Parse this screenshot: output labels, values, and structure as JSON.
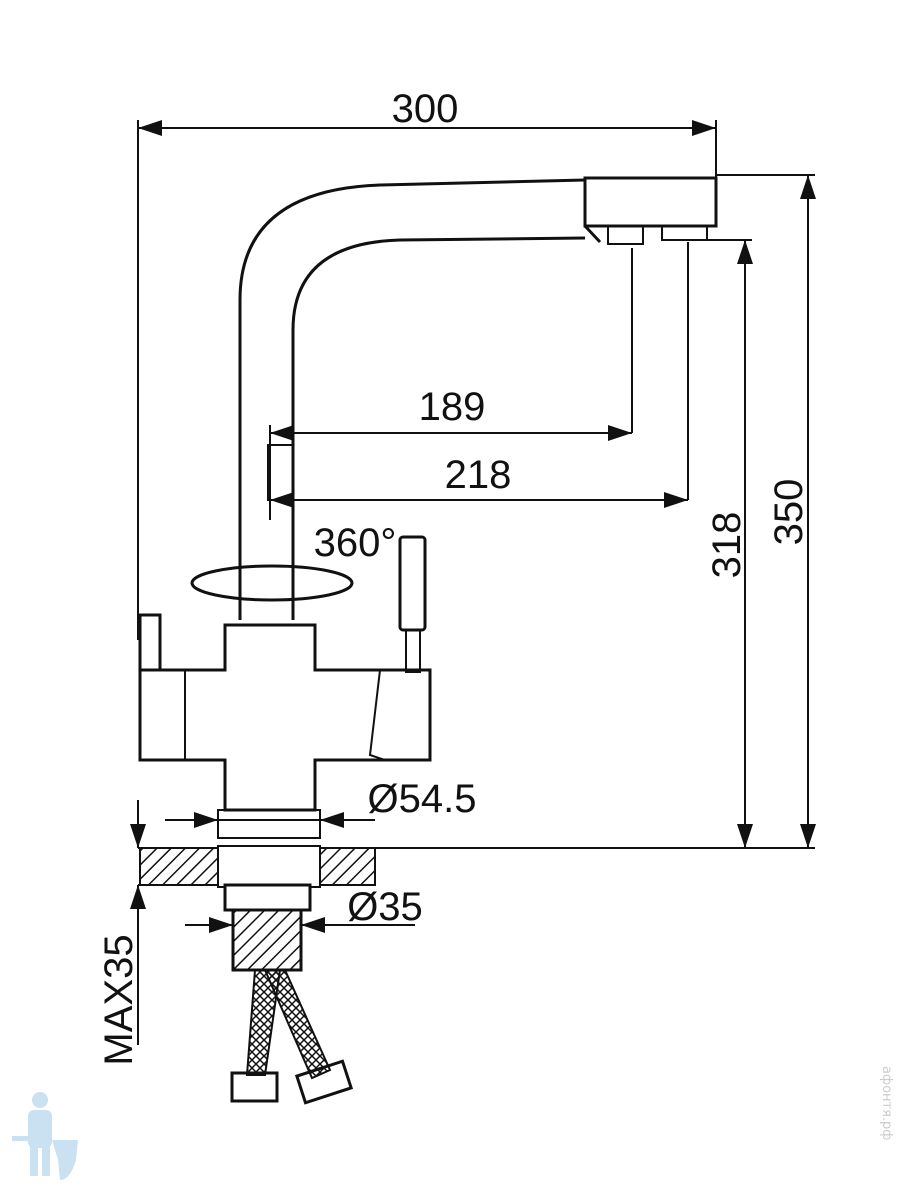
{
  "dimensions": {
    "overall_reach": "300",
    "spout_reach_1": "189",
    "spout_reach_2": "218",
    "rotation": "360°",
    "outlet_height": "318",
    "overall_height": "350",
    "base_diameter": "Ø54.5",
    "shank_diameter": "Ø35",
    "max_counter_thickness": "MAX35"
  },
  "watermark": {
    "text": "афонтя.рф",
    "icon": "plumber-logo-icon"
  },
  "colors": {
    "line": "#111111",
    "watermark": "#b8d8ee"
  }
}
